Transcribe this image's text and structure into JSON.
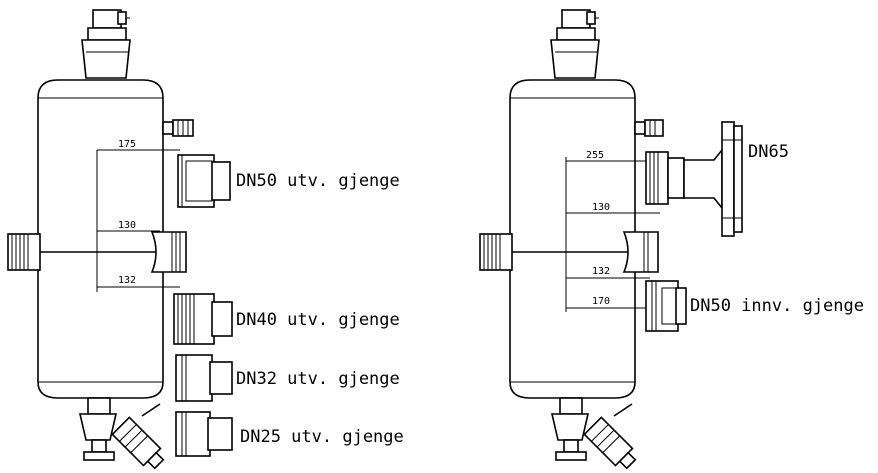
{
  "left_drawing": {
    "dimensions": [
      "175",
      "130",
      "132"
    ],
    "connection_labels": [
      "DN50 utv. gjenge",
      "DN40 utv. gjenge",
      "DN32 utv. gjenge",
      "DN25 utv. gjenge"
    ]
  },
  "right_drawing": {
    "dimensions": [
      "255",
      "130",
      "132",
      "170"
    ],
    "connection_labels": [
      "DN65",
      "DN50 innv. gjenge"
    ]
  }
}
